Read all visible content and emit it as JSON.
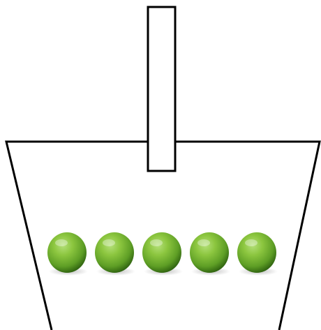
{
  "scene": {
    "objects": [
      {
        "name": "container",
        "shape": "trapezoid-open-bottom",
        "stroke": "#000000",
        "fill": "#ffffff"
      },
      {
        "name": "stick",
        "shape": "rectangle",
        "stroke": "#000000",
        "fill": "#ffffff"
      }
    ],
    "peas": {
      "count": 5,
      "colors": {
        "highlight": "#b4e07a",
        "light": "#8cc63f",
        "mid": "#5e9e25",
        "dark": "#2f6310",
        "shadow": "#1f4a08"
      }
    }
  }
}
